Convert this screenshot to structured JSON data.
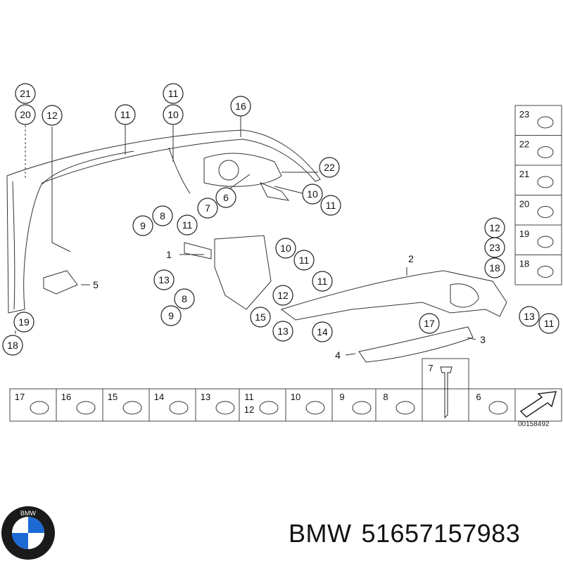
{
  "diagram": {
    "callouts": [
      "21",
      "20",
      "12",
      "11",
      "11",
      "10",
      "16",
      "22",
      "10",
      "11",
      "6",
      "7",
      "8",
      "9",
      "11",
      "1",
      "10",
      "11",
      "13",
      "8",
      "9",
      "15",
      "5",
      "19",
      "18",
      "2",
      "12",
      "13",
      "11",
      "14",
      "17",
      "12",
      "23",
      "18",
      "13",
      "11",
      "3",
      "4"
    ],
    "side_panel": [
      "23",
      "22",
      "21",
      "20",
      "19",
      "18"
    ],
    "bottom_strip": [
      "17",
      "16",
      "15",
      "14",
      "13",
      "11",
      "12",
      "10",
      "9",
      "8",
      "6"
    ],
    "bottom_tall": "7",
    "ref_code": "00158492"
  },
  "footer": {
    "brand": "BMW",
    "part_number": "51657157983"
  }
}
